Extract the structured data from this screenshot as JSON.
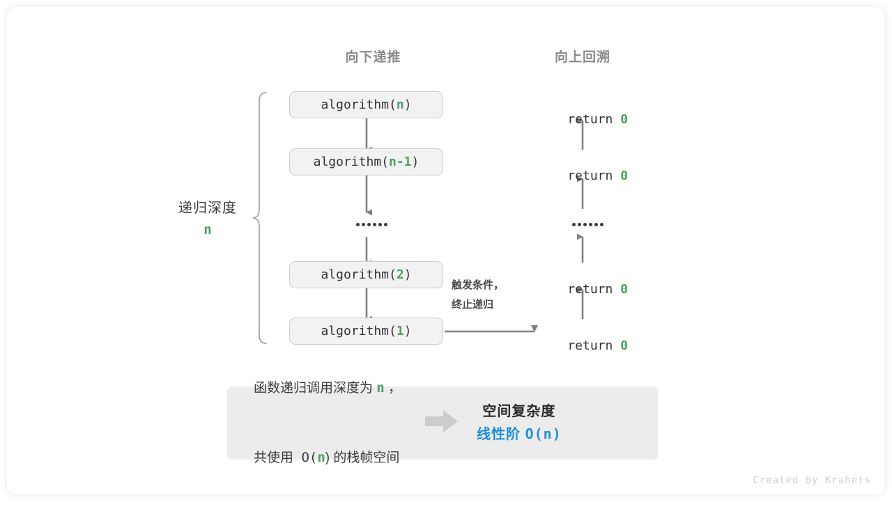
{
  "columns": {
    "down_label": "向下递推",
    "up_label": "向上回溯"
  },
  "depth": {
    "label": "递归深度",
    "value": "n"
  },
  "calls": [
    {
      "prefix": "algorithm(",
      "arg": "n",
      "suffix": ")"
    },
    {
      "prefix": "algorithm(",
      "arg": "n-1",
      "suffix": ")"
    },
    {
      "prefix": "algorithm(",
      "arg": "2",
      "suffix": ")"
    },
    {
      "prefix": "algorithm(",
      "arg": "1",
      "suffix": ")"
    }
  ],
  "returns": [
    {
      "keyword": "return ",
      "value": "0"
    },
    {
      "keyword": "return ",
      "value": "0"
    },
    {
      "keyword": "return ",
      "value": "0"
    },
    {
      "keyword": "return ",
      "value": "0"
    }
  ],
  "ellipsis": "••••••",
  "trigger_note": {
    "line1": "触发条件，",
    "line2": "终止递归"
  },
  "summary": {
    "left_line1_a": "函数递归调用深度为 ",
    "left_line1_hl": "n",
    "left_line1_b": " ，",
    "left_line2_a": "共使用 O(",
    "left_line2_hl": "n",
    "left_line2_b": ") 的栈帧空间",
    "arrow_icon": "right-arrow-icon",
    "right_title": "空间复杂度",
    "right_value_a": "线性阶 ",
    "right_value_b": "O(n)"
  },
  "footer": "Created by Krahets",
  "colors": {
    "green": "#4f9e5c",
    "blue": "#1f8fd6",
    "gray_text": "#3c3c3c",
    "head_gray": "#8a8a8a",
    "box_fill": "#f2f2f2",
    "box_border": "#cccccc",
    "panel_fill": "#ececec",
    "arrow_gray": "#808080"
  }
}
